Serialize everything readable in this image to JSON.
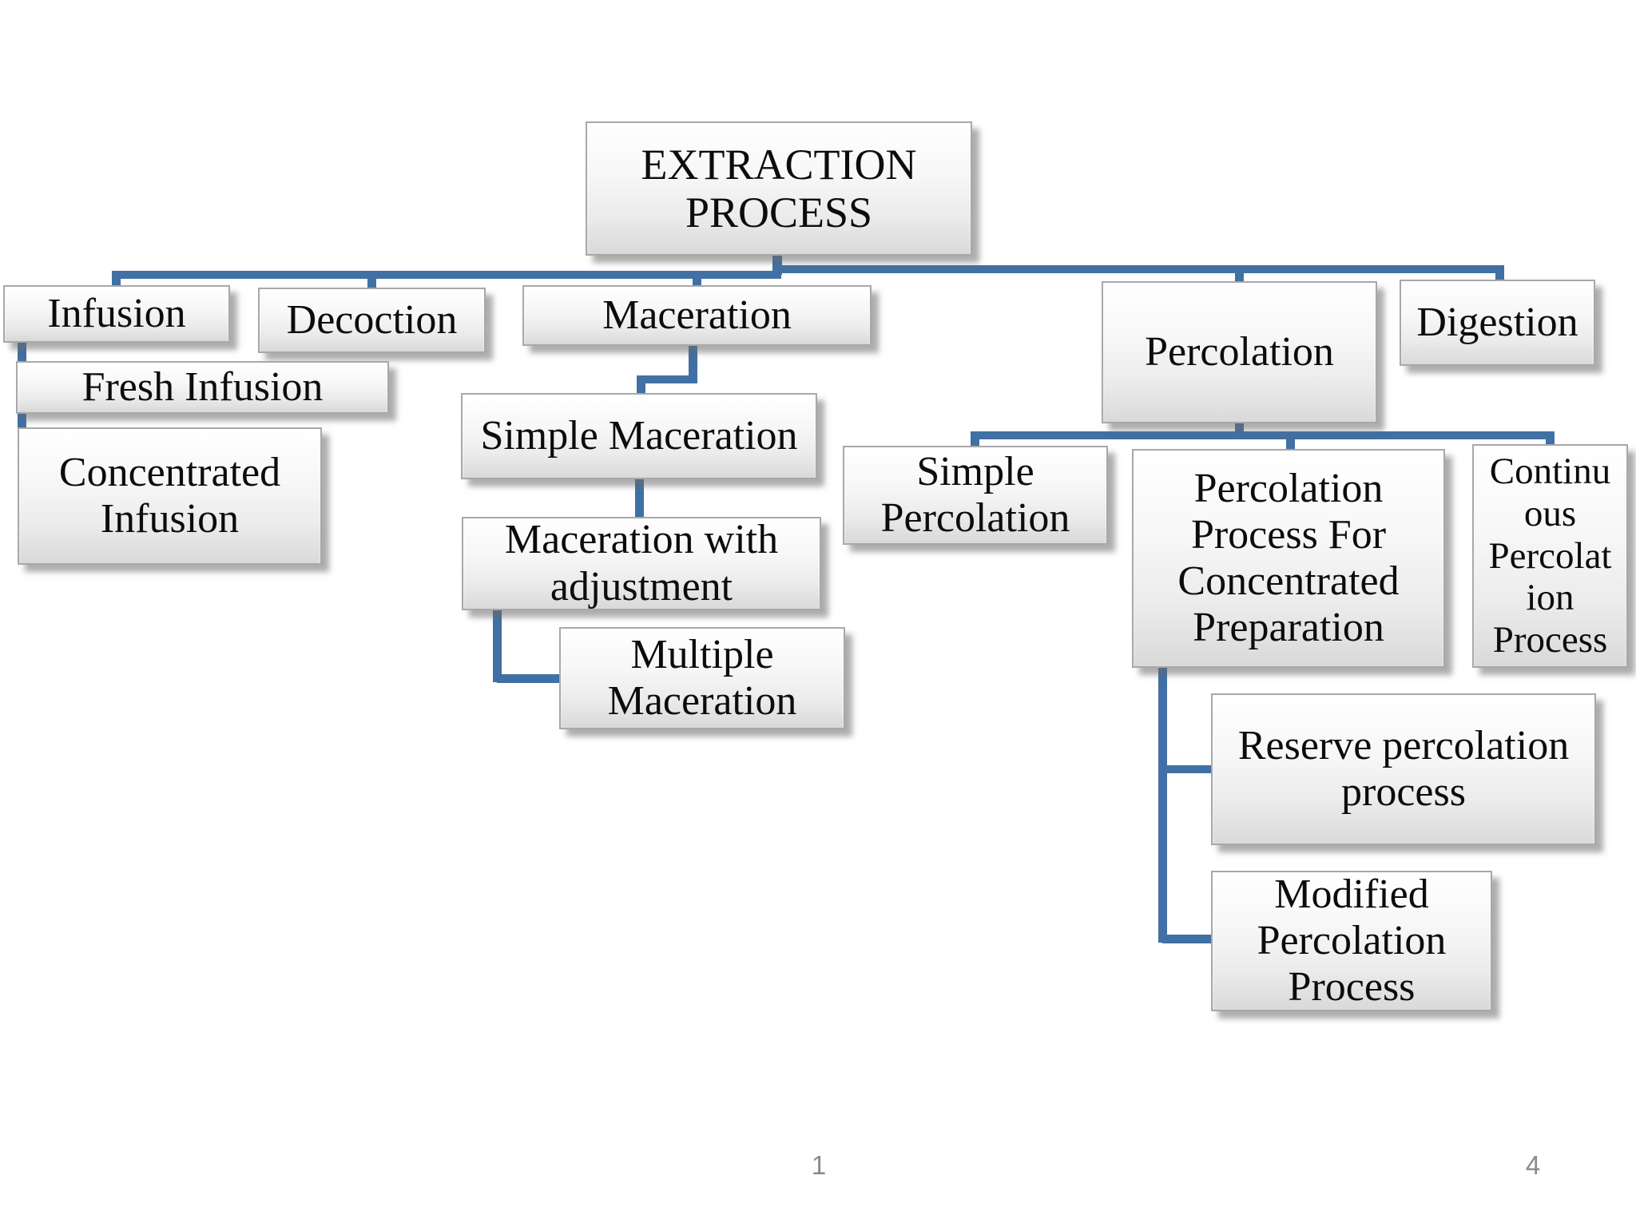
{
  "diagram": {
    "title": "EXTRACTION PROCESS",
    "nodes": {
      "extraction": "EXTRACTION\nPROCESS",
      "infusion": "Infusion",
      "decoction": "Decoction",
      "maceration": "Maceration",
      "percolation": "Percolation",
      "digestion": "Digestion",
      "fresh_infusion": "Fresh Infusion",
      "concentrated_infusion": "Concentrated\nInfusion",
      "simple_maceration": "Simple Maceration",
      "maceration_adjustment": "Maceration with\nadjustment",
      "multiple_maceration": "Multiple\nMaceration",
      "simple_percolation": "Simple\nPercolation",
      "ppfcp": "Percolation\nProcess For\nConcentrated\nPreparation",
      "continuous_percolation": "Continu\nous\nPercolat\nion\nProcess",
      "reserve_percolation": "Reserve percolation\nprocess",
      "modified_percolation": "Modified\nPercolation\nProcess"
    },
    "hierarchy": {
      "EXTRACTION PROCESS": [
        "Infusion",
        "Decoction",
        "Maceration",
        "Percolation",
        "Digestion"
      ],
      "Infusion": [
        "Fresh Infusion",
        "Concentrated Infusion"
      ],
      "Maceration": [
        "Simple Maceration"
      ],
      "Simple Maceration": [
        "Maceration with adjustment"
      ],
      "Maceration with adjustment": [
        "Multiple Maceration"
      ],
      "Percolation": [
        "Simple Percolation",
        "Percolation Process For Concentrated Preparation",
        "Continuous Percolation Process"
      ],
      "Percolation Process For Concentrated Preparation": [
        "Reserve percolation process",
        "Modified Percolation Process"
      ]
    }
  },
  "footer": {
    "slide_number_left": "1",
    "slide_number_right": "4"
  },
  "colors": {
    "connector": "#4170a4",
    "box_border": "#a8a8a8",
    "text": "#0c0c0c",
    "footer_text": "#8a8a8a"
  }
}
